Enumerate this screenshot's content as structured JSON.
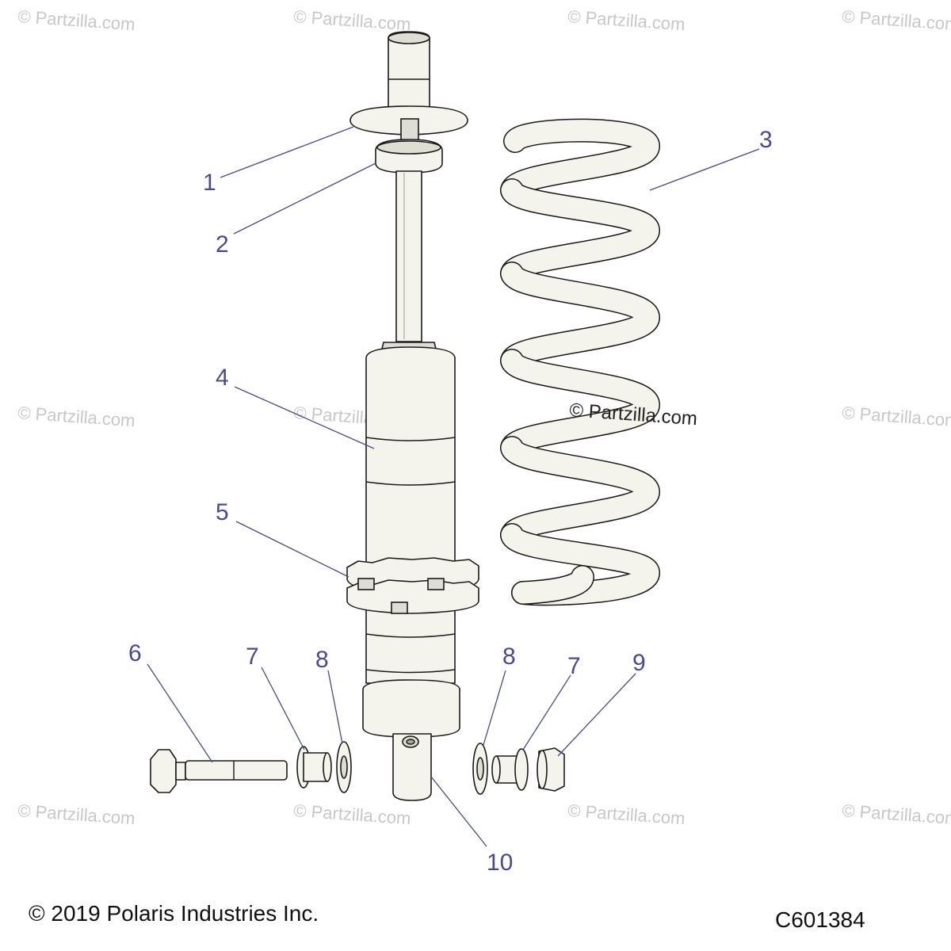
{
  "watermark": {
    "text": "© Partzilla.com",
    "center_text": "© Partzilla.com"
  },
  "callouts": [
    {
      "id": "c1",
      "label": "1"
    },
    {
      "id": "c2",
      "label": "2"
    },
    {
      "id": "c3",
      "label": "3"
    },
    {
      "id": "c4",
      "label": "4"
    },
    {
      "id": "c5",
      "label": "5"
    },
    {
      "id": "c6",
      "label": "6"
    },
    {
      "id": "c7a",
      "label": "7"
    },
    {
      "id": "c8a",
      "label": "8"
    },
    {
      "id": "c8b",
      "label": "8"
    },
    {
      "id": "c7b",
      "label": "7"
    },
    {
      "id": "c9",
      "label": "9"
    },
    {
      "id": "c10",
      "label": "10"
    }
  ],
  "footer": {
    "copyright": "© 2019 Polaris Industries Inc.",
    "diagram_code": "C601384"
  },
  "colors": {
    "callout": "#4b4b8c",
    "part_fill": "#f4f4ec",
    "outline": "#1a1a1a",
    "watermark": "#c8c8c8"
  }
}
